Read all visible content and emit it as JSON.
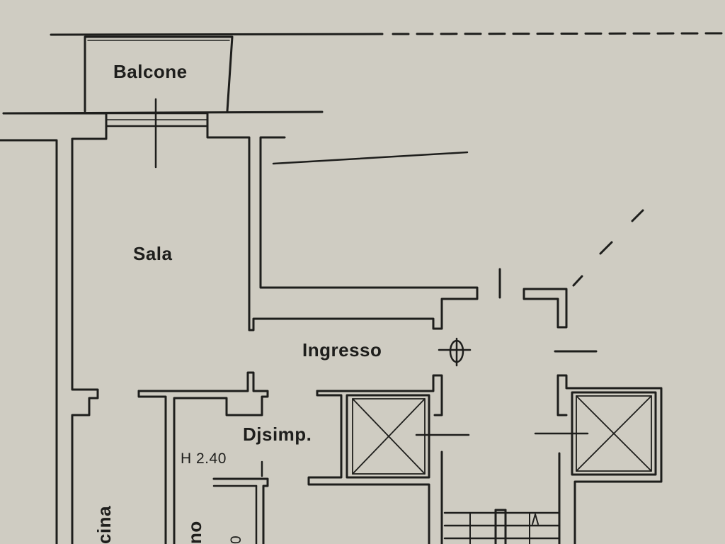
{
  "rooms": {
    "balcone": "Balcone",
    "sala": "Sala",
    "ingresso": "Ingresso",
    "disimpegno": "Djsimp.",
    "cucina_partial": "cina",
    "bagno_partial": "no",
    "bagno_dim_partial": "0"
  },
  "annotations": {
    "ceiling_height": "H 2.40"
  },
  "icons": [
    "door-swing-mark",
    "north-compass-symbol",
    "elevator-shaft-left",
    "elevator-shaft-right",
    "staircase"
  ]
}
